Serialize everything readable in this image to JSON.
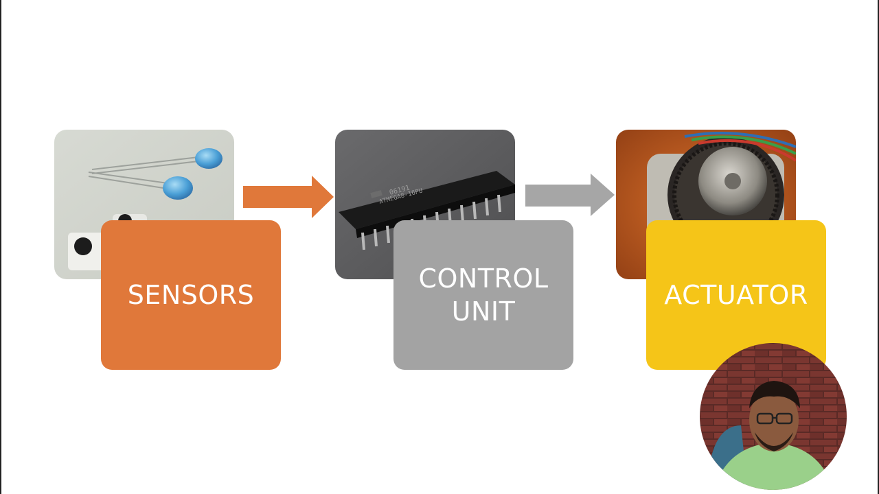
{
  "blocks": [
    {
      "id": "sensors",
      "label": "SENSORS",
      "color": "#E0783A",
      "photo": "ir-led-sensors-photo"
    },
    {
      "id": "control",
      "label": "CONTROL\nUNIT",
      "color": "#A3A3A3",
      "photo": "microcontroller-chip-photo"
    },
    {
      "id": "actuator",
      "label": "ACTUATOR",
      "color": "#F5C518",
      "photo": "stepper-motor-photo"
    }
  ],
  "arrows": [
    {
      "from": "sensors",
      "to": "control",
      "color": "#E0783A"
    },
    {
      "from": "control",
      "to": "actuator",
      "color": "#A6A6A6"
    }
  ],
  "chip_marking": "06191\nATMEGA8-16PU",
  "overlay": {
    "icon": "presenter-webcam"
  }
}
